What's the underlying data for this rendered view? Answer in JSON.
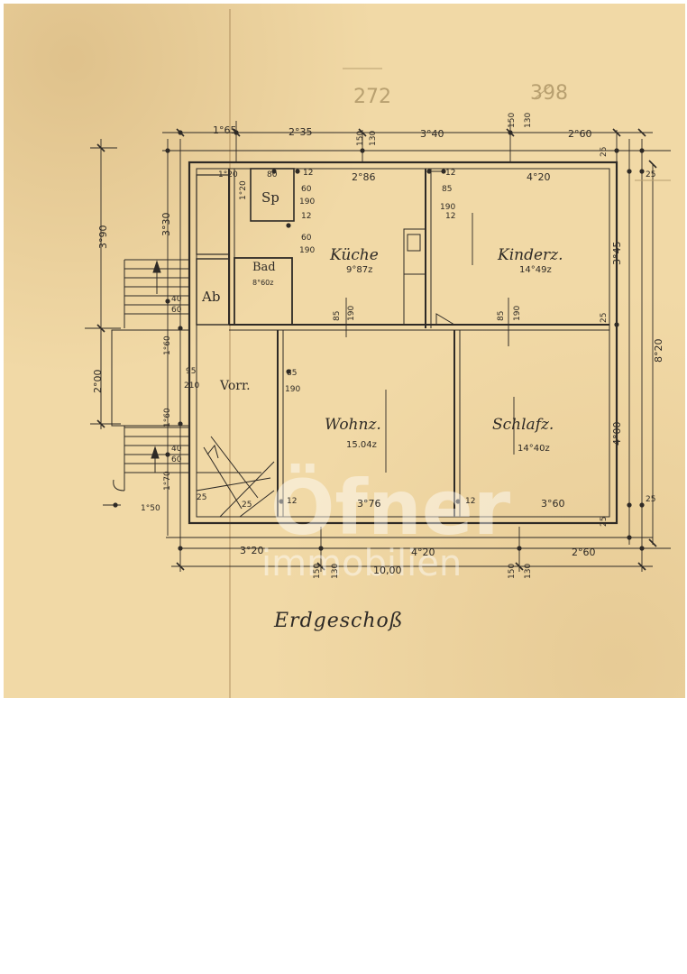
{
  "caption": "Erdgeschoß",
  "watermark": {
    "brand": "Öfner",
    "sub": "immobilien"
  },
  "colors": {
    "paper": "#f1d9a6",
    "ink": "#2e2a26",
    "pencil": "#b8a070",
    "blue_ink": "#3a3f8f"
  },
  "rooms": {
    "kueche": {
      "name": "Küche",
      "area": "9°87z"
    },
    "kinderz": {
      "name": "Kinderz.",
      "area": "14°49z"
    },
    "wohnz": {
      "name": "Wohnz.",
      "area": "15.04z"
    },
    "schlafz": {
      "name": "Schlafz.",
      "area": "14°40z"
    },
    "bad": {
      "name": "Bad",
      "area": "8°60z"
    },
    "sp": {
      "name": "Sp"
    },
    "vorr": {
      "name": "Vorr."
    },
    "ab": {
      "name": "Ab"
    }
  },
  "dims_top": {
    "a": "1°65",
    "b": "2°35",
    "c": "3°40",
    "d": "2°60",
    "w1": "150",
    "w2": "130",
    "w3": "150",
    "w4": "130"
  },
  "dims_inner_top": {
    "a": "80",
    "b": "2°86",
    "c": "4°20",
    "d": "12",
    "e": "12"
  },
  "dims_bottom": {
    "a": "3°20",
    "b": "4°20",
    "c": "2°60",
    "total": "10,00",
    "w1": "150",
    "w2": "130",
    "w3": "150",
    "w4": "130"
  },
  "dims_inner_bottom": {
    "a": "3°76",
    "b": "3°60",
    "c": "12",
    "d": "12"
  },
  "dims_left": {
    "a": "3°90",
    "b": "2°00",
    "c": "3°30",
    "d": "1°60",
    "e": "1°60",
    "f": "1°70",
    "g": "1°50"
  },
  "dims_right": {
    "a": "3°45",
    "b": "4°00",
    "total": "8°20",
    "c": "25",
    "d": "25",
    "e": "25",
    "f": "25",
    "g": "25"
  },
  "openings": {
    "o1": "60",
    "o2": "190",
    "o3": "85",
    "o4": "190",
    "o5": "60",
    "o6": "190",
    "o7": "85",
    "o8": "190",
    "o9": "85",
    "o10": "190",
    "o11": "95",
    "o12": "210",
    "o13": "85",
    "o14": "190",
    "o15": "12",
    "o16": "12",
    "o17": "40",
    "o18": "60",
    "o19": "40",
    "o20": "60",
    "o21": "25",
    "o22": "25",
    "o23": "1°20",
    "o24": "1°20"
  },
  "pencil_notes": {
    "a": "272",
    "b": "398"
  }
}
